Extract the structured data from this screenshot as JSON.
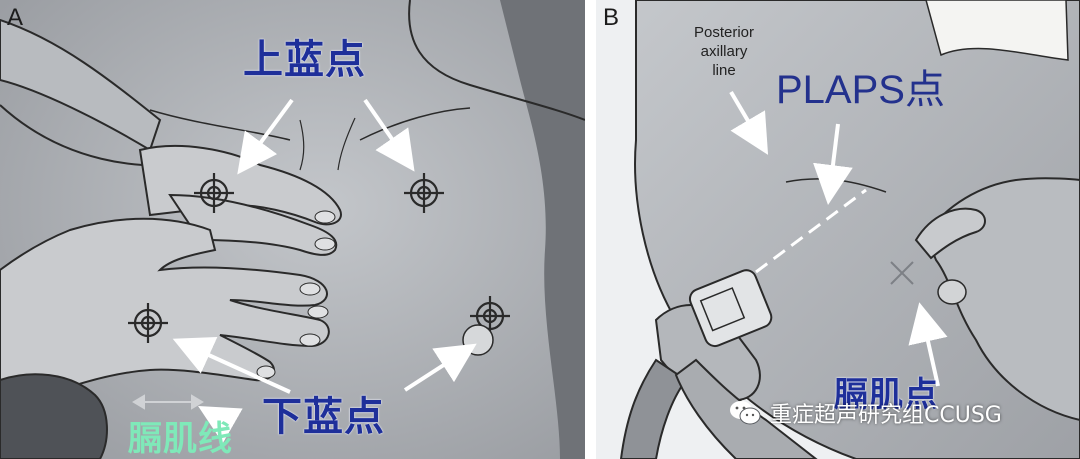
{
  "panel_a": {
    "letter": "A",
    "upper_blue_point": "上蓝点",
    "lower_blue_point": "下蓝点",
    "diaphragm_line": "膈肌线"
  },
  "panel_b": {
    "letter": "B",
    "posterior_axillary_line": [
      "Posterior",
      "axillary",
      "line"
    ],
    "plaps_point": "PLAPS点",
    "diaphragm_point": "膈肌点"
  },
  "watermark": {
    "text": "重症超声研究组CCUSG",
    "icon": "wechat-icon"
  },
  "colors": {
    "label_blue": "#1e2f9a",
    "label_green": "#7fe9b9",
    "background_gray": "#a9acb0"
  }
}
